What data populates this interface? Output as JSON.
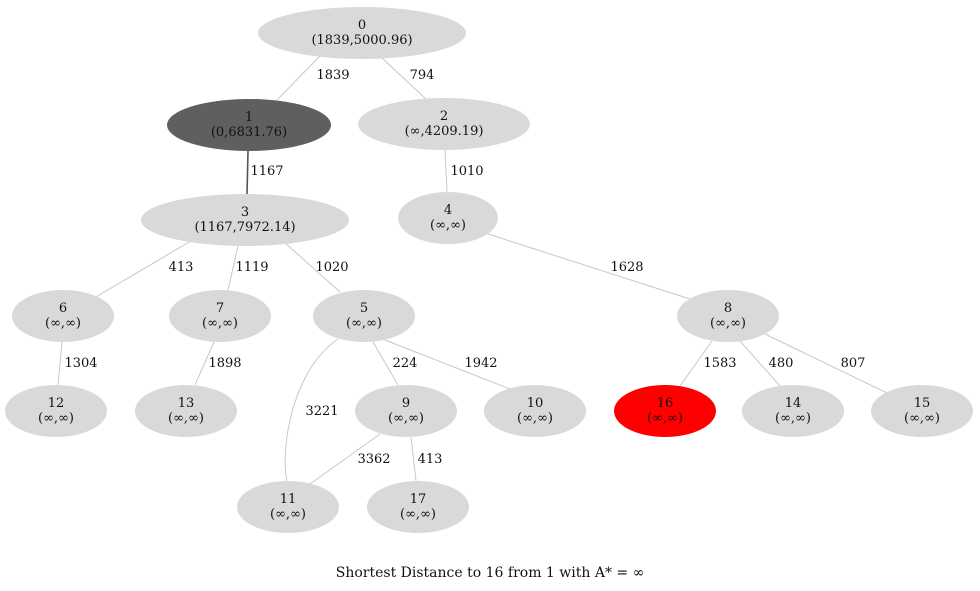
{
  "caption": "Shortest Distance to 16 from 1 with A* = ∞",
  "colors": {
    "default_node": "#d9d9d9",
    "current_node": "#5f5f5f",
    "target_node": "#ff0000",
    "edge": "#c8c8c8",
    "active_edge": "#555555"
  },
  "nodes": [
    {
      "id": "0",
      "label": "(1839,5000.96)",
      "state": "default"
    },
    {
      "id": "1",
      "label": "(0,6831.76)",
      "state": "current"
    },
    {
      "id": "2",
      "label": "(∞,4209.19)",
      "state": "default"
    },
    {
      "id": "3",
      "label": "(1167,7972.14)",
      "state": "default"
    },
    {
      "id": "4",
      "label": "(∞,∞)",
      "state": "default"
    },
    {
      "id": "5",
      "label": "(∞,∞)",
      "state": "default"
    },
    {
      "id": "6",
      "label": "(∞,∞)",
      "state": "default"
    },
    {
      "id": "7",
      "label": "(∞,∞)",
      "state": "default"
    },
    {
      "id": "8",
      "label": "(∞,∞)",
      "state": "default"
    },
    {
      "id": "9",
      "label": "(∞,∞)",
      "state": "default"
    },
    {
      "id": "10",
      "label": "(∞,∞)",
      "state": "default"
    },
    {
      "id": "11",
      "label": "(∞,∞)",
      "state": "default"
    },
    {
      "id": "12",
      "label": "(∞,∞)",
      "state": "default"
    },
    {
      "id": "13",
      "label": "(∞,∞)",
      "state": "default"
    },
    {
      "id": "14",
      "label": "(∞,∞)",
      "state": "default"
    },
    {
      "id": "15",
      "label": "(∞,∞)",
      "state": "default"
    },
    {
      "id": "16",
      "label": "(∞,∞)",
      "state": "target"
    },
    {
      "id": "17",
      "label": "(∞,∞)",
      "state": "default"
    }
  ],
  "edges": [
    {
      "from": "0",
      "to": "1",
      "weight": "1839",
      "active": false
    },
    {
      "from": "0",
      "to": "2",
      "weight": "794",
      "active": false
    },
    {
      "from": "1",
      "to": "3",
      "weight": "1167",
      "active": true
    },
    {
      "from": "2",
      "to": "4",
      "weight": "1010",
      "active": false
    },
    {
      "from": "3",
      "to": "6",
      "weight": "413",
      "active": false
    },
    {
      "from": "3",
      "to": "7",
      "weight": "1119",
      "active": false
    },
    {
      "from": "3",
      "to": "5",
      "weight": "1020",
      "active": false
    },
    {
      "from": "4",
      "to": "8",
      "weight": "1628",
      "active": false
    },
    {
      "from": "6",
      "to": "12",
      "weight": "1304",
      "active": false
    },
    {
      "from": "7",
      "to": "13",
      "weight": "1898",
      "active": false
    },
    {
      "from": "5",
      "to": "9",
      "weight": "224",
      "active": false
    },
    {
      "from": "5",
      "to": "10",
      "weight": "1942",
      "active": false
    },
    {
      "from": "5",
      "to": "11",
      "weight": "3221",
      "active": false
    },
    {
      "from": "8",
      "to": "16",
      "weight": "1583",
      "active": false
    },
    {
      "from": "8",
      "to": "14",
      "weight": "480",
      "active": false
    },
    {
      "from": "8",
      "to": "15",
      "weight": "807",
      "active": false
    },
    {
      "from": "9",
      "to": "11",
      "weight": "3362",
      "active": false
    },
    {
      "from": "9",
      "to": "17",
      "weight": "413",
      "active": false
    }
  ]
}
